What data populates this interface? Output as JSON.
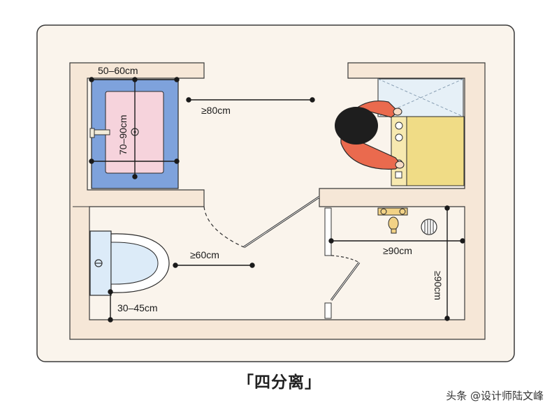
{
  "caption": "「四分离」",
  "watermark": "头条 @设计师陆文峰",
  "dimensions": {
    "sink_width": "50–60cm",
    "sink_depth": "70–90cm",
    "aisle_width": "≥80cm",
    "door_clearance": "≥60cm",
    "toilet_side": "30–45cm",
    "shower_width": "≥90cm",
    "shower_depth": "≥90cm"
  },
  "colors": {
    "panel_bg": "#faf4ec",
    "wall": "#f6e7d7",
    "sink_cabinet": "#7ea2dc",
    "basin": "#f6d3dc",
    "counter_yellow": "#f0dc86",
    "counter_glass": "#e6f0f7",
    "toilet": "#dcebf8",
    "person_hair": "#1e1e1e",
    "person_body": "#ea6a4e"
  }
}
